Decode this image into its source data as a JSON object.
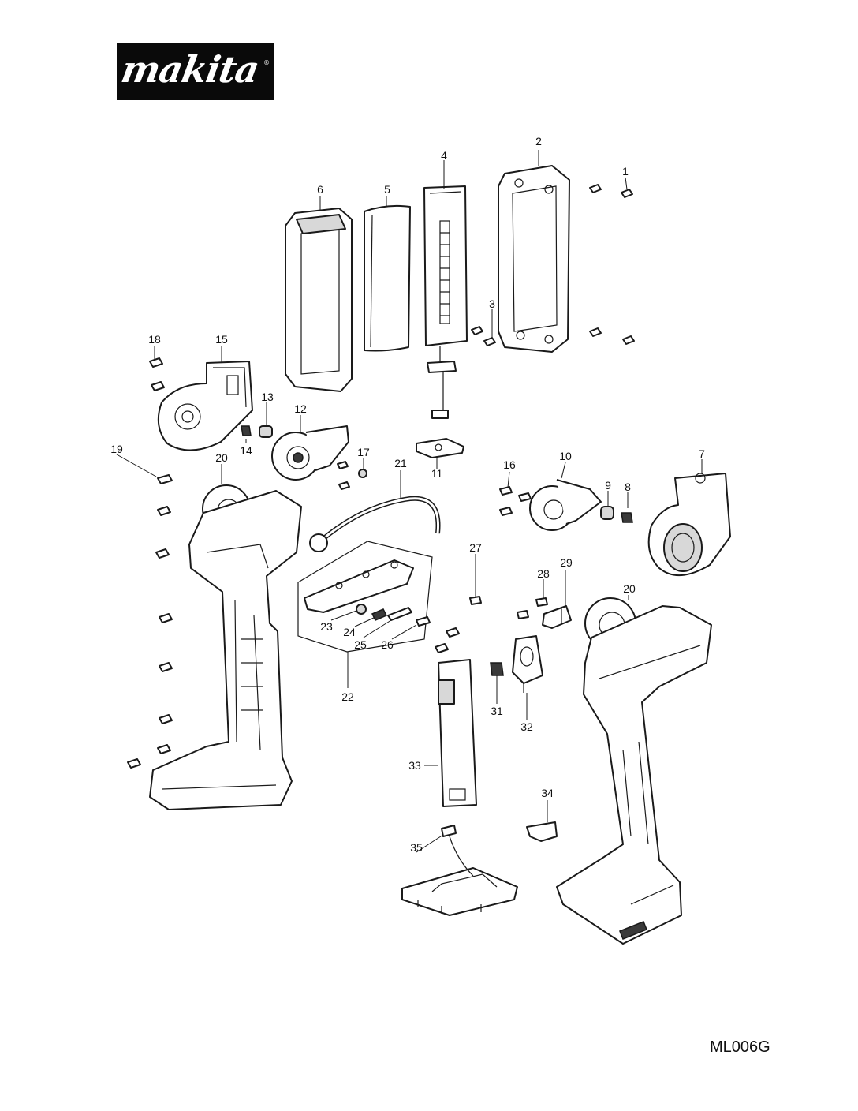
{
  "brand": {
    "name": "makita",
    "registered": "®"
  },
  "model": "ML006G",
  "parts": [
    {
      "ref": "1"
    },
    {
      "ref": "2"
    },
    {
      "ref": "3"
    },
    {
      "ref": "4"
    },
    {
      "ref": "5"
    },
    {
      "ref": "6"
    },
    {
      "ref": "7"
    },
    {
      "ref": "8"
    },
    {
      "ref": "9"
    },
    {
      "ref": "10"
    },
    {
      "ref": "11"
    },
    {
      "ref": "12"
    },
    {
      "ref": "13"
    },
    {
      "ref": "14"
    },
    {
      "ref": "15"
    },
    {
      "ref": "16"
    },
    {
      "ref": "17"
    },
    {
      "ref": "18"
    },
    {
      "ref": "19"
    },
    {
      "ref": "20"
    },
    {
      "ref": "20"
    },
    {
      "ref": "21"
    },
    {
      "ref": "22"
    },
    {
      "ref": "23"
    },
    {
      "ref": "24"
    },
    {
      "ref": "25"
    },
    {
      "ref": "26"
    },
    {
      "ref": "27"
    },
    {
      "ref": "28"
    },
    {
      "ref": "29"
    },
    {
      "ref": "31"
    },
    {
      "ref": "32"
    },
    {
      "ref": "33"
    },
    {
      "ref": "34"
    },
    {
      "ref": "35"
    }
  ]
}
